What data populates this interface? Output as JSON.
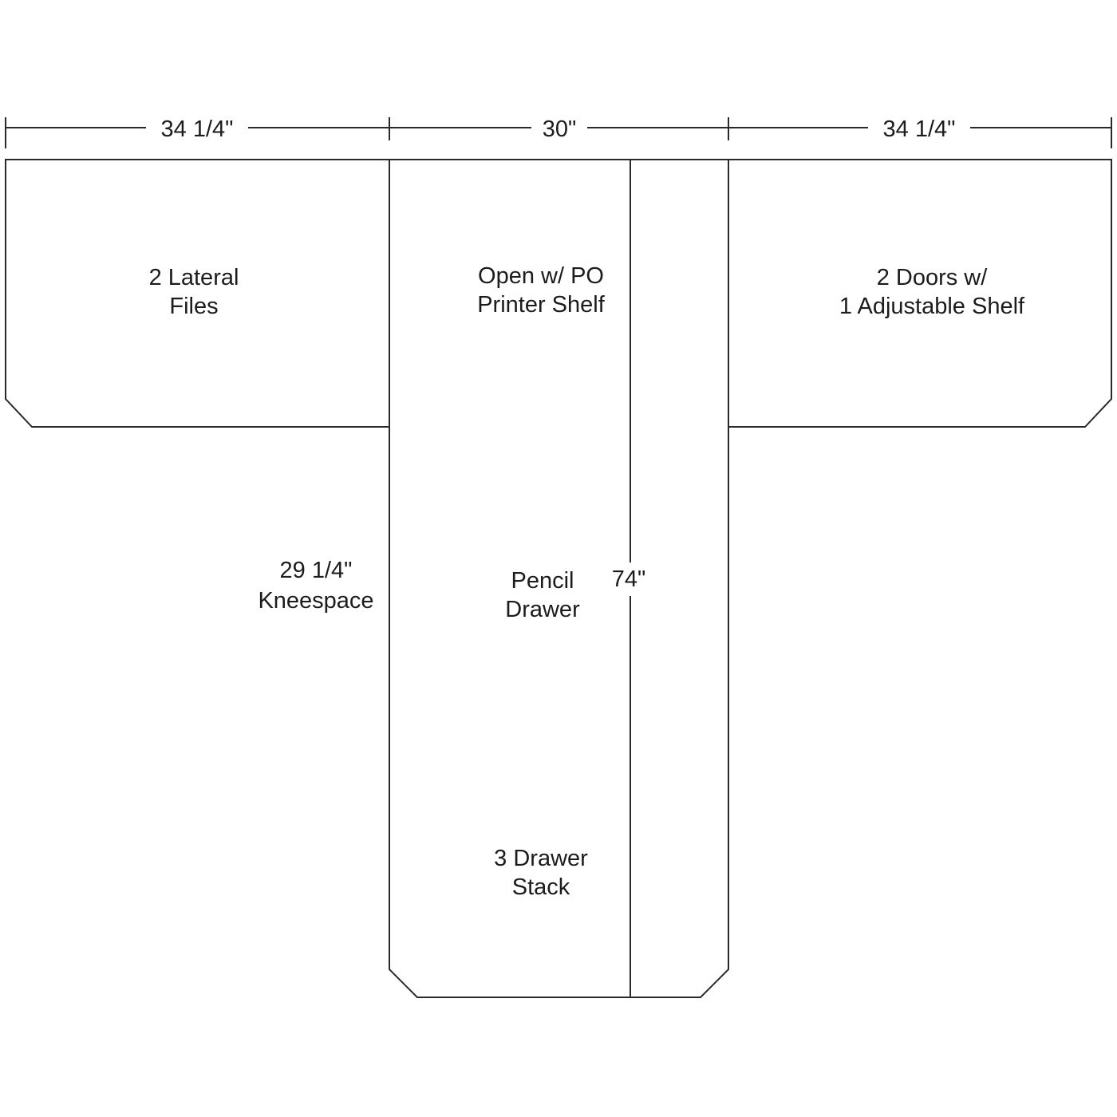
{
  "dimension_labels": {
    "top_left": "34 1/4\"",
    "top_center": "30\"",
    "top_right": "34 1/4\"",
    "depth": "74\"",
    "kneespace_width": "29 1/4\"",
    "kneespace_label": "Kneespace"
  },
  "section_labels": {
    "left": {
      "line1": "2 Lateral",
      "line2": "Files"
    },
    "center_top": {
      "line1": "Open w/ PO",
      "line2": "Printer Shelf"
    },
    "right": {
      "line1": "2 Doors w/",
      "line2": "1 Adjustable Shelf"
    },
    "pencil_drawer": {
      "line1": "Pencil",
      "line2": "Drawer"
    },
    "drawer_stack": {
      "line1": "3 Drawer",
      "line2": "Stack"
    }
  },
  "colors": {
    "line": "#2a2a2a",
    "text": "#1c1c1c",
    "background": "#ffffff"
  }
}
